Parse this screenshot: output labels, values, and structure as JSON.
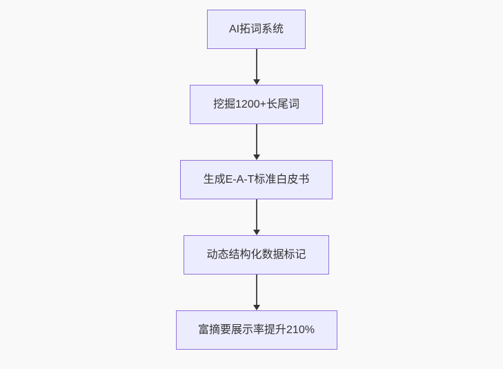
{
  "page": {
    "background_color": "#f9f9f9"
  },
  "flowchart": {
    "type": "flowchart",
    "direction": "top-down",
    "style": {
      "node_fill": "#ECECFF",
      "node_border": "#9370DB",
      "node_text_color": "#333333",
      "edge_line_color": "#4d4d4d",
      "edge_head_color": "#333333"
    },
    "nodes": [
      {
        "label": "AI拓词系统"
      },
      {
        "label": "挖掘1200+长尾词"
      },
      {
        "label": "生成E-A-T标准白皮书"
      },
      {
        "label": "动态结构化数据标记"
      },
      {
        "label": "富摘要展示率提升210%"
      }
    ],
    "edges": [
      {
        "from": 0,
        "to": 1,
        "marker": "arrow-down"
      },
      {
        "from": 1,
        "to": 2,
        "marker": "arrow-down"
      },
      {
        "from": 2,
        "to": 3,
        "marker": "arrow-down"
      },
      {
        "from": 3,
        "to": 4,
        "marker": "arrow-down"
      }
    ]
  }
}
